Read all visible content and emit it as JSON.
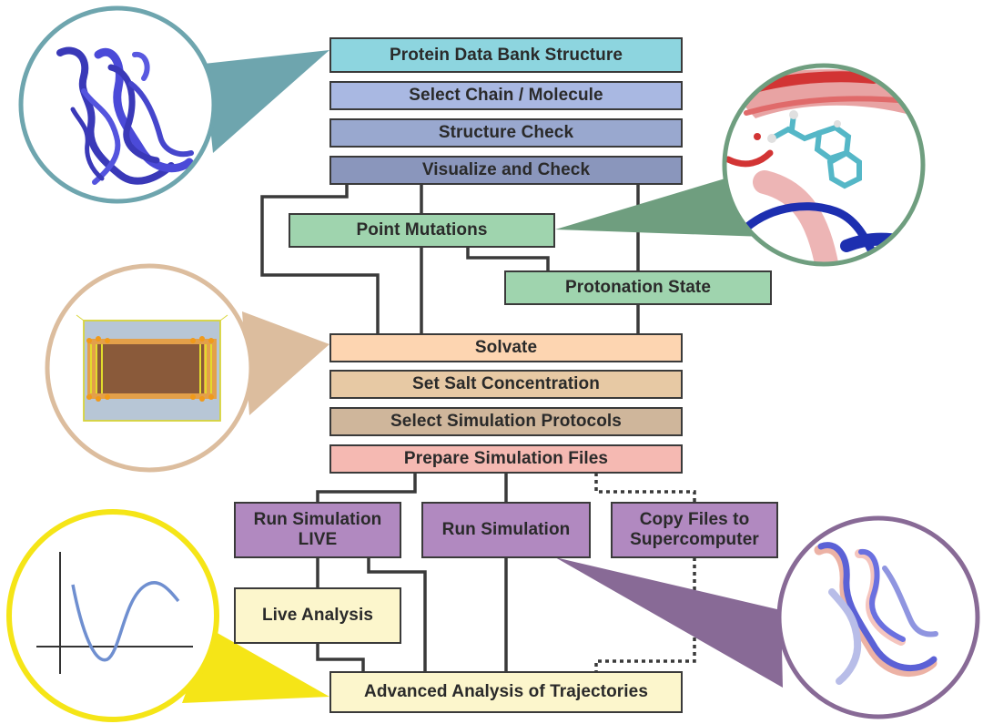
{
  "steps": {
    "pdb": "Protein Data Bank Structure",
    "select_chain": "Select Chain / Molecule",
    "structure_check": "Structure Check",
    "visualize": "Visualize and Check",
    "point_mutations": "Point Mutations",
    "protonation": "Protonation State",
    "solvate": "Solvate",
    "salt": "Set Salt Concentration",
    "protocols": "Select Simulation Protocols",
    "prepare": "Prepare Simulation Files",
    "run_live": "Run Simulation LIVE",
    "run": "Run Simulation",
    "copy": "Copy Files to Supercomputer",
    "live_analysis": "Live Analysis",
    "advanced": "Advanced Analysis of Trajectories"
  },
  "colors": {
    "pdb": "#8dd5df",
    "select_chain": "#a9b8e2",
    "structure_check": "#99a8cf",
    "visualize": "#8a96bc",
    "mutation": "#9fd4ae",
    "solvate": "#fdd5b1",
    "salt": "#e7c9a4",
    "protocols": "#cfb69b",
    "prepare": "#f5b9b2",
    "simulation": "#b189c0",
    "analysis": "#fcf6cc",
    "callout_teal": "#6ea5ae",
    "callout_green": "#6f9e7f",
    "callout_tan": "#dcbd9e",
    "callout_yellow": "#f5e517",
    "callout_purple": "#886a96"
  },
  "insets": {
    "top_left": "protein-ribbon",
    "top_right": "tryptophan-mutation-closeup",
    "mid_left": "membrane-solvation-box",
    "bottom_left": "analysis-plot",
    "bottom_right": "trajectory-overlay"
  }
}
